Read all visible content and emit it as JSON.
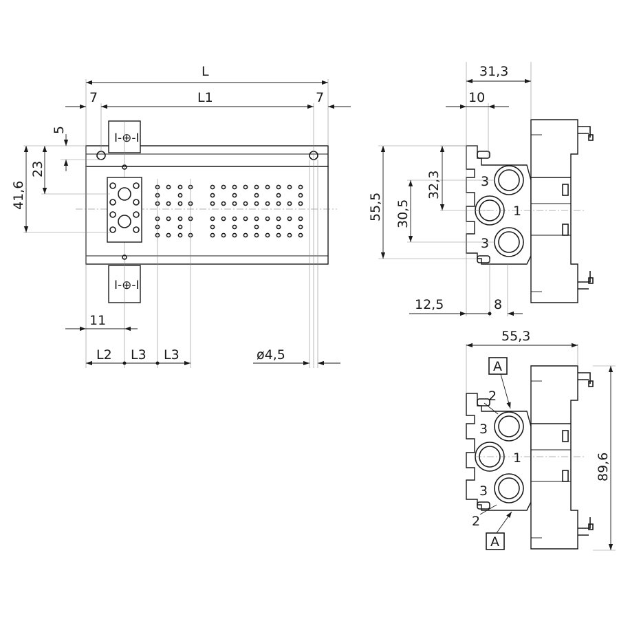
{
  "front_view": {
    "dim_L": "L",
    "dim_L1": "L1",
    "dim_7_left": "7",
    "dim_7_right": "7",
    "dim_5": "5",
    "dim_23": "23",
    "dim_41_6": "41,6",
    "dim_11": "11",
    "dim_L2": "L2",
    "dim_L3_a": "L3",
    "dim_L3_b": "L3",
    "dim_hole": "ø4,5"
  },
  "side_view": {
    "dim_31_3": "31,3",
    "dim_10": "10",
    "dim_55_5": "55,5",
    "dim_32_3": "32,3",
    "dim_30_5": "30,5",
    "dim_12_5": "12,5",
    "dim_8": "8",
    "port_3_top": "3",
    "port_1": "1",
    "port_3_bottom": "3"
  },
  "detail_view": {
    "dim_55_3": "55,3",
    "dim_89_6": "89,6",
    "marker_A_top": "A",
    "marker_A_bottom": "A",
    "port_2_top": "2",
    "port_3_top": "3",
    "port_1": "1",
    "port_3_bottom": "3",
    "port_2_bottom": "2"
  }
}
